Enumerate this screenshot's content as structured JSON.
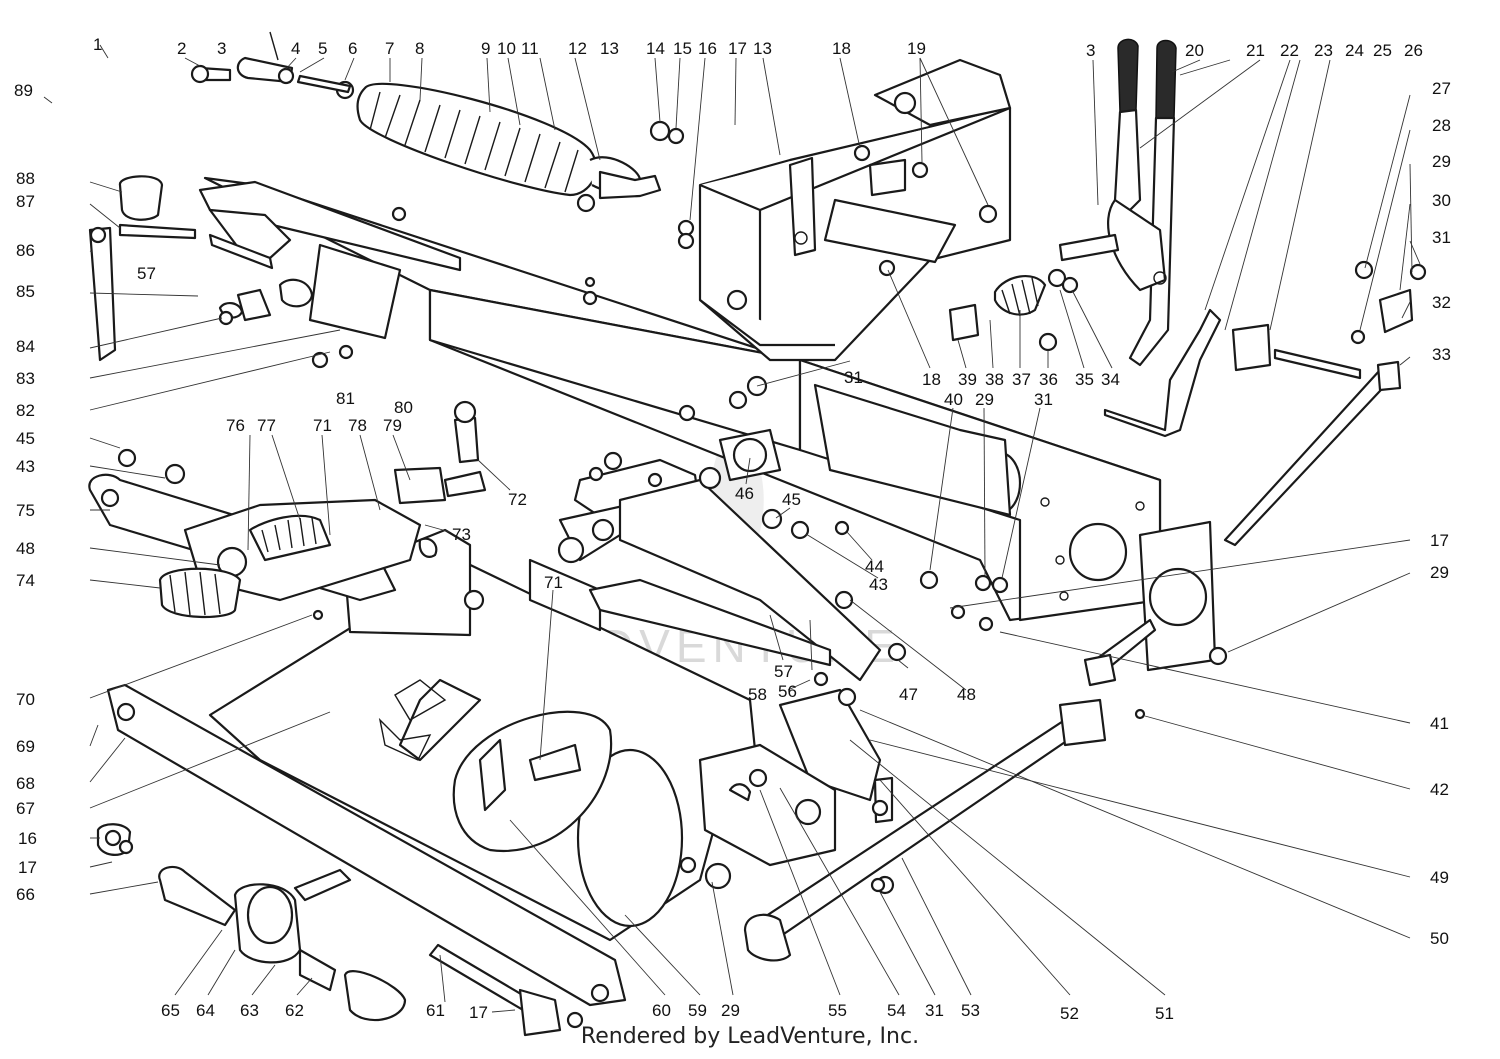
{
  "watermark": "LEADVENTURE",
  "footer": "Rendered by LeadVenture, Inc.",
  "callouts": [
    {
      "id": "c1",
      "text": "1"
    },
    {
      "id": "c2",
      "text": "2"
    },
    {
      "id": "c3",
      "text": "3"
    },
    {
      "id": "c4",
      "text": "4"
    },
    {
      "id": "c5",
      "text": "5"
    },
    {
      "id": "c6",
      "text": "6"
    },
    {
      "id": "c7",
      "text": "7"
    },
    {
      "id": "c8",
      "text": "8"
    },
    {
      "id": "c9",
      "text": "9"
    },
    {
      "id": "c10",
      "text": "10"
    },
    {
      "id": "c11",
      "text": "11"
    },
    {
      "id": "c12",
      "text": "12"
    },
    {
      "id": "c13a",
      "text": "13"
    },
    {
      "id": "c14",
      "text": "14"
    },
    {
      "id": "c15",
      "text": "15"
    },
    {
      "id": "c16a",
      "text": "16"
    },
    {
      "id": "c17a",
      "text": "17"
    },
    {
      "id": "c13b",
      "text": "13"
    },
    {
      "id": "c18a",
      "text": "18"
    },
    {
      "id": "c19",
      "text": "19"
    },
    {
      "id": "c3b",
      "text": "3"
    },
    {
      "id": "c20",
      "text": "20"
    },
    {
      "id": "c21",
      "text": "21"
    },
    {
      "id": "c22",
      "text": "22"
    },
    {
      "id": "c23",
      "text": "23"
    },
    {
      "id": "c24",
      "text": "24"
    },
    {
      "id": "c25",
      "text": "25"
    },
    {
      "id": "c26",
      "text": "26"
    },
    {
      "id": "c89",
      "text": "89"
    },
    {
      "id": "c27",
      "text": "27"
    },
    {
      "id": "c28",
      "text": "28"
    },
    {
      "id": "c29a",
      "text": "29"
    },
    {
      "id": "c30",
      "text": "30"
    },
    {
      "id": "c31a",
      "text": "31"
    },
    {
      "id": "c32",
      "text": "32"
    },
    {
      "id": "c33",
      "text": "33"
    },
    {
      "id": "c88",
      "text": "88"
    },
    {
      "id": "c87",
      "text": "87"
    },
    {
      "id": "c86",
      "text": "86"
    },
    {
      "id": "c57a",
      "text": "57"
    },
    {
      "id": "c85",
      "text": "85"
    },
    {
      "id": "c84",
      "text": "84"
    },
    {
      "id": "c83",
      "text": "83"
    },
    {
      "id": "c82",
      "text": "82"
    },
    {
      "id": "c81",
      "text": "81"
    },
    {
      "id": "c80",
      "text": "80"
    },
    {
      "id": "c31b",
      "text": "31"
    },
    {
      "id": "c18b",
      "text": "18"
    },
    {
      "id": "c39",
      "text": "39"
    },
    {
      "id": "c38",
      "text": "38"
    },
    {
      "id": "c37",
      "text": "37"
    },
    {
      "id": "c36",
      "text": "36"
    },
    {
      "id": "c35",
      "text": "35"
    },
    {
      "id": "c34",
      "text": "34"
    },
    {
      "id": "c40",
      "text": "40"
    },
    {
      "id": "c29b",
      "text": "29"
    },
    {
      "id": "c31c",
      "text": "31"
    },
    {
      "id": "c45a",
      "text": "45"
    },
    {
      "id": "c43a",
      "text": "43"
    },
    {
      "id": "c76",
      "text": "76"
    },
    {
      "id": "c77",
      "text": "77"
    },
    {
      "id": "c71a",
      "text": "71"
    },
    {
      "id": "c78",
      "text": "78"
    },
    {
      "id": "c79",
      "text": "79"
    },
    {
      "id": "c72",
      "text": "72"
    },
    {
      "id": "c73",
      "text": "73"
    },
    {
      "id": "c46",
      "text": "46"
    },
    {
      "id": "c45b",
      "text": "45"
    },
    {
      "id": "c44",
      "text": "44"
    },
    {
      "id": "c43b",
      "text": "43"
    },
    {
      "id": "c75",
      "text": "75"
    },
    {
      "id": "c48a",
      "text": "48"
    },
    {
      "id": "c74",
      "text": "74"
    },
    {
      "id": "c17b",
      "text": "17"
    },
    {
      "id": "c29c",
      "text": "29"
    },
    {
      "id": "c71b",
      "text": "71"
    },
    {
      "id": "c70",
      "text": "70"
    },
    {
      "id": "c57b",
      "text": "57"
    },
    {
      "id": "c58",
      "text": "58"
    },
    {
      "id": "c56",
      "text": "56"
    },
    {
      "id": "c47",
      "text": "47"
    },
    {
      "id": "c48b",
      "text": "48"
    },
    {
      "id": "c41",
      "text": "41"
    },
    {
      "id": "c69",
      "text": "69"
    },
    {
      "id": "c68",
      "text": "68"
    },
    {
      "id": "c67",
      "text": "67"
    },
    {
      "id": "c42",
      "text": "42"
    },
    {
      "id": "c16b",
      "text": "16"
    },
    {
      "id": "c17c",
      "text": "17"
    },
    {
      "id": "c66",
      "text": "66"
    },
    {
      "id": "c49",
      "text": "49"
    },
    {
      "id": "c50",
      "text": "50"
    },
    {
      "id": "c65",
      "text": "65"
    },
    {
      "id": "c64",
      "text": "64"
    },
    {
      "id": "c63",
      "text": "63"
    },
    {
      "id": "c62",
      "text": "62"
    },
    {
      "id": "c61",
      "text": "61"
    },
    {
      "id": "c17d",
      "text": "17"
    },
    {
      "id": "c60",
      "text": "60"
    },
    {
      "id": "c59",
      "text": "59"
    },
    {
      "id": "c29d",
      "text": "29"
    },
    {
      "id": "c55",
      "text": "55"
    },
    {
      "id": "c54",
      "text": "54"
    },
    {
      "id": "c31d",
      "text": "31"
    },
    {
      "id": "c53",
      "text": "53"
    },
    {
      "id": "c52",
      "text": "52"
    },
    {
      "id": "c51",
      "text": "51"
    }
  ]
}
